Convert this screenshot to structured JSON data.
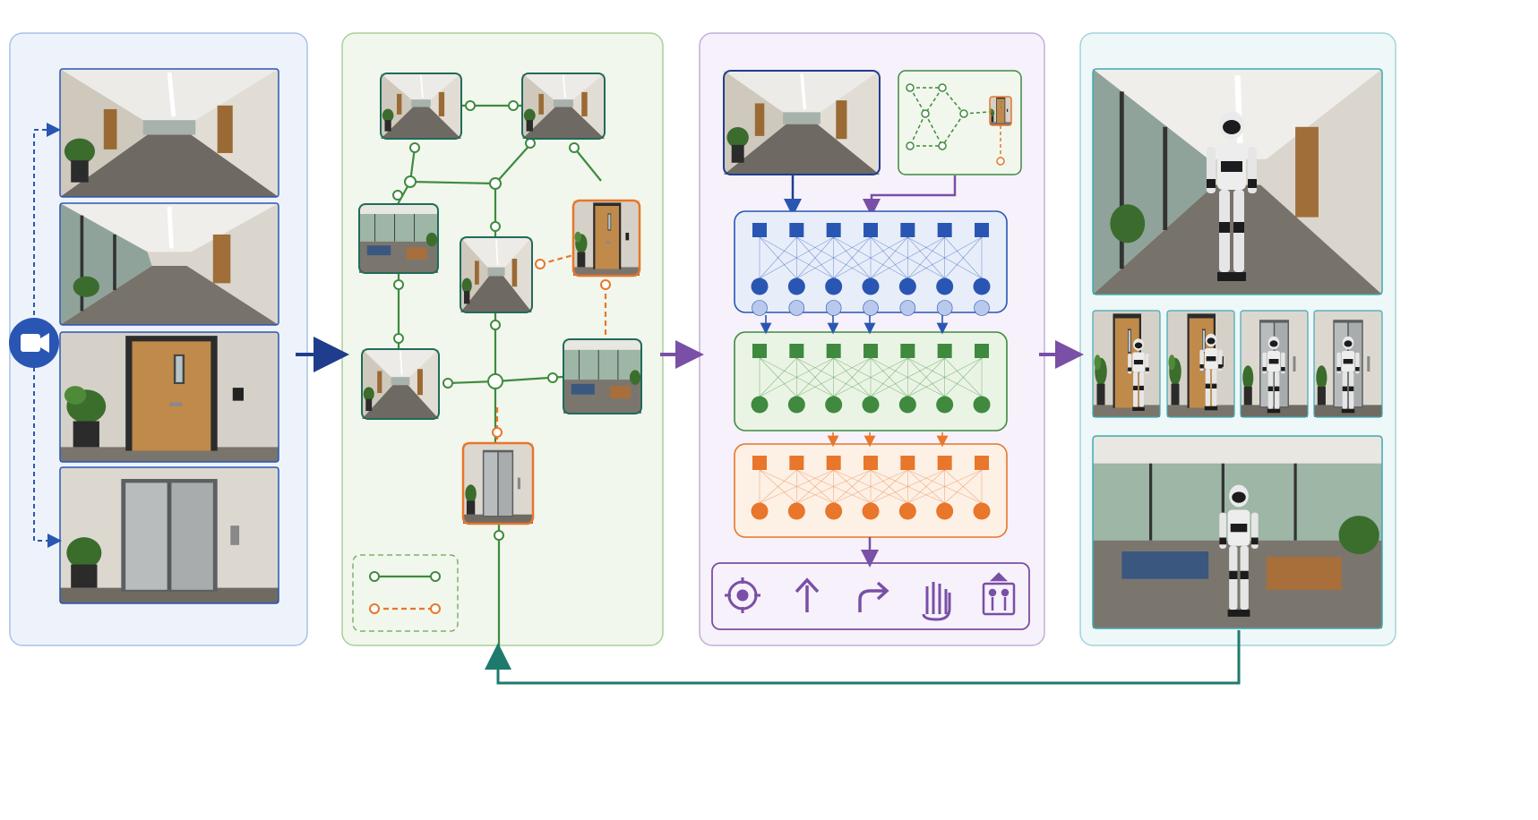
{
  "panels": [
    {
      "id": "observation-panel",
      "bg": "#eef3fb",
      "border": "#a9c1e6"
    },
    {
      "id": "topological-map-panel",
      "bg": "#f1f7ec",
      "border": "#a9cf9a"
    },
    {
      "id": "policy-network-panel",
      "bg": "#f6f1fa",
      "border": "#c3aedb"
    },
    {
      "id": "robot-execution-panel",
      "bg": "#eef8f9",
      "border": "#9fd4da"
    }
  ],
  "colors": {
    "blue": "#2a56b3",
    "navy": "#1f3d8c",
    "green": "#3f8a3f",
    "orange": "#e8762b",
    "purple": "#7a4fa6",
    "teal": "#1f7a6e"
  },
  "observation_frames": [
    {
      "scene": "hallway-with-plant"
    },
    {
      "scene": "hallway-glass-offices"
    },
    {
      "scene": "wooden-door"
    },
    {
      "scene": "elevator"
    }
  ],
  "camera_icon": "video-camera-icon",
  "topological_nodes": [
    {
      "scene": "hallway"
    },
    {
      "scene": "hallway"
    },
    {
      "scene": "lounge"
    },
    {
      "scene": "hallway"
    },
    {
      "scene": "door",
      "highlight": "orange"
    },
    {
      "scene": "hallway"
    },
    {
      "scene": "lounge-window"
    },
    {
      "scene": "elevator",
      "highlight": "orange"
    }
  ],
  "legend": [
    {
      "style": "solid",
      "color": "green"
    },
    {
      "style": "dashed",
      "color": "orange"
    }
  ],
  "network_layers": [
    {
      "shape": "square",
      "color": "blue",
      "count": 7
    },
    {
      "shape": "square",
      "color": "green",
      "count": 7
    },
    {
      "shape": "square",
      "color": "orange",
      "count": 7
    }
  ],
  "action_icons": [
    "target-icon",
    "move-forward-icon",
    "turn-right-icon",
    "stop-hand-icon",
    "elevator-icon"
  ],
  "robot_views": [
    {
      "scene": "robot-near-door"
    },
    {
      "scene": "robot-at-door"
    },
    {
      "scene": "robot-opening-door"
    },
    {
      "scene": "robot-at-elevator"
    },
    {
      "scene": "robot-in-elevator"
    },
    {
      "scene": "robot-in-lounge"
    }
  ]
}
